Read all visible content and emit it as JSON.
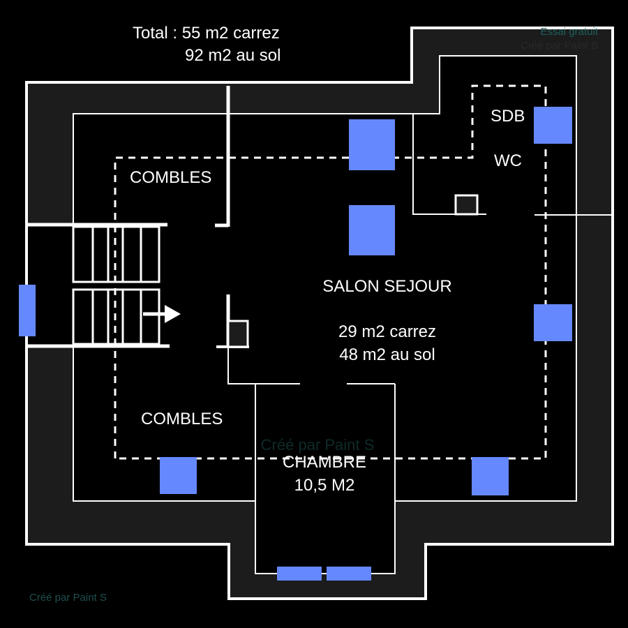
{
  "total": {
    "line1": "Total : 55 m2 carrez",
    "line2": "92 m2 au sol"
  },
  "rooms": {
    "sdb": "SDB",
    "wc": "WC",
    "combles_top": "COMBLES",
    "combles_bottom": "COMBLES",
    "salon": {
      "name": "SALON SEJOUR",
      "carrez": "29 m2 carrez",
      "sol": "48 m2 au sol"
    },
    "chambre": {
      "name": "CHAMBRE",
      "area": "10,5 M2"
    }
  },
  "watermarks": {
    "trial": "Essai gratuit",
    "created_top": "Créé par Paint S",
    "created_center": "Créé par Paint S",
    "created_bottom": "Créé par Paint S"
  },
  "colors": {
    "window": "#6688ff",
    "wall_band": "#1c1c1c",
    "wall": "#ffffff",
    "background": "#000000"
  }
}
